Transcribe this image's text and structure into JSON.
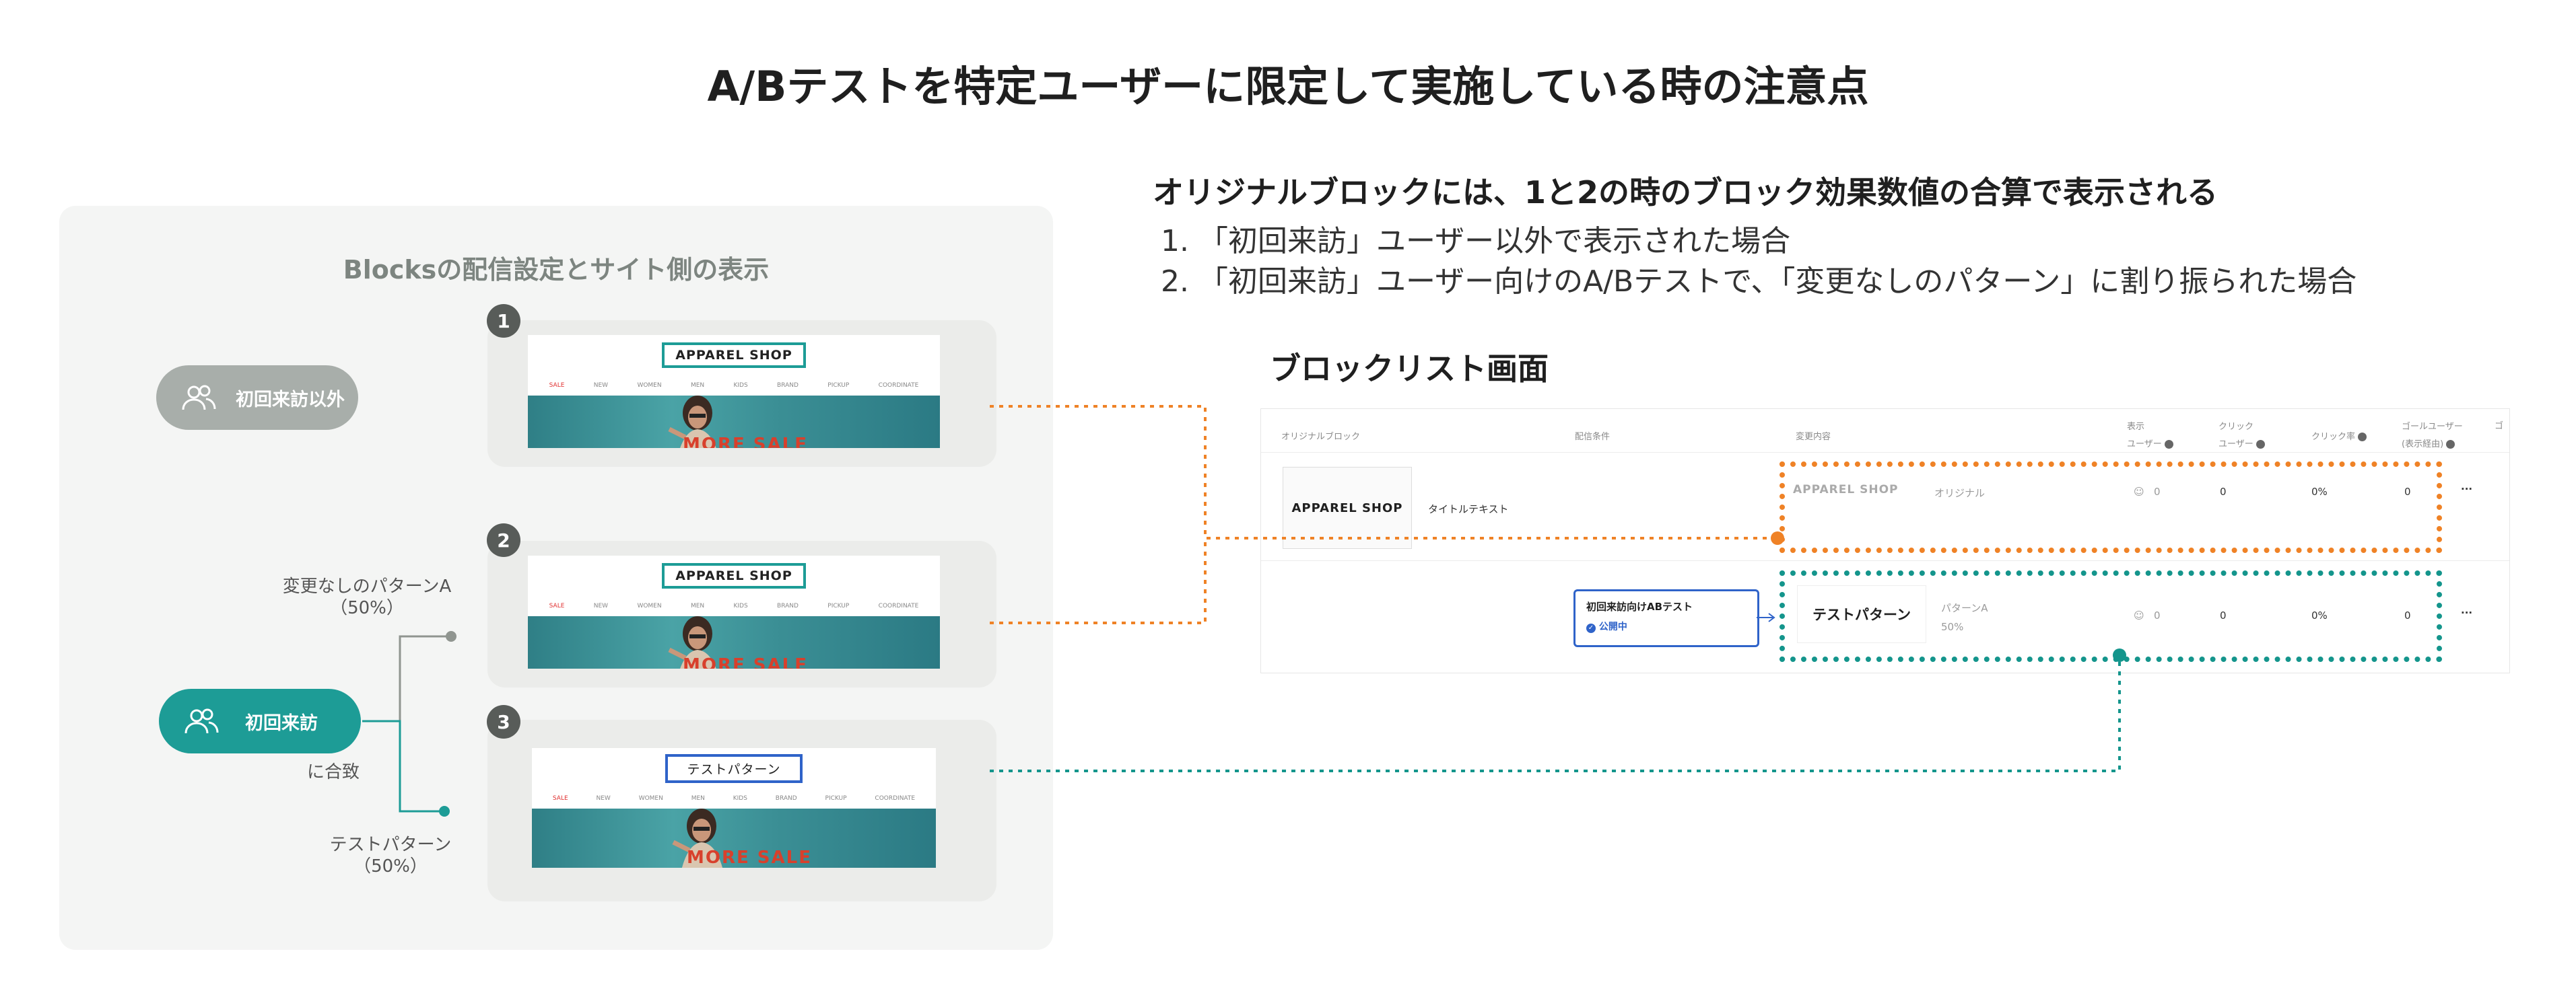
{
  "title": "A/Bテストを特定ユーザーに限定して実施している時の注意点",
  "left_panel": {
    "title": "Blocksの配信設定とサイト側の表示",
    "segment_other": "初回来訪以外",
    "segment_first": "初回来訪",
    "match_label": "に合致",
    "branch_a": {
      "line1": "変更なしのパターンA",
      "line2": "（50%）"
    },
    "branch_test": {
      "line1": "テストパターン",
      "line2": "（50%）"
    },
    "cards": [
      {
        "num": "1",
        "brand": "APPAREL SHOP"
      },
      {
        "num": "2",
        "brand": "APPAREL SHOP"
      },
      {
        "num": "3",
        "brand": "テストパターン"
      }
    ],
    "site_nav": [
      "SALE",
      "NEW",
      "WOMEN",
      "MEN",
      "KIDS",
      "BRAND",
      "PICKUP",
      "COORDINATE"
    ],
    "hero_text": "MORE SALE"
  },
  "note": {
    "heading": "オリジナルブロックには、1と2の時のブロック効果数値の合算で表示される",
    "items": [
      "1. 「初回来訪」ユーザー以外で表示された場合",
      "2. 「初回来訪」ユーザー向けのA/Bテストで、「変更なしのパターン」に割り振られた場合"
    ]
  },
  "block_list": {
    "heading": "ブロックリスト画面",
    "columns": {
      "original_block": "オリジナルブロック",
      "condition": "配信条件",
      "change": "変更内容",
      "display_users_1": "表示",
      "display_users_2": "ユーザー",
      "click_users_1": "クリック",
      "click_users_2": "ユーザー",
      "ctr": "クリック率",
      "goal_users_1": "ゴールユーザー",
      "goal_users_2": "(表示経由)",
      "cut": "ゴ"
    },
    "row1": {
      "thumb": "APPAREL SHOP",
      "name": "タイトルテキスト",
      "change_thumb": "APPAREL SHOP",
      "change_label": "オリジナル",
      "users": "0",
      "clicks": "0",
      "ctr": "0%",
      "goal": "0",
      "more": "···"
    },
    "row2": {
      "condition_title": "初回来訪向けABテスト",
      "condition_status": "公開中",
      "change_thumb": "テストパターン",
      "change_label": "パターンA",
      "change_pct": "50%",
      "users": "0",
      "clicks": "0",
      "ctr": "0%",
      "goal": "0",
      "more": "···"
    }
  },
  "colors": {
    "teal": "#1d9c96",
    "orange": "#ef8226",
    "gray_pill": "#a8aeaa",
    "blue": "#2f63c9"
  }
}
